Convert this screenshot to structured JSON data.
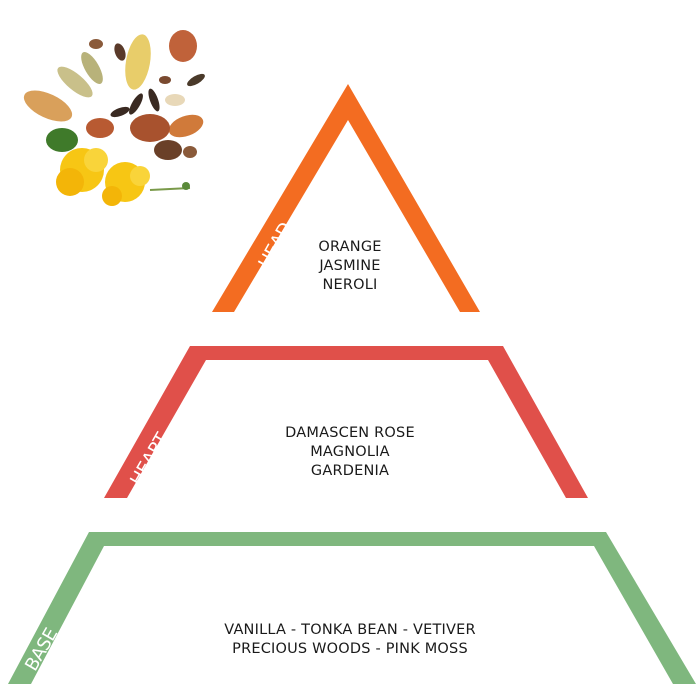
{
  "colors": {
    "head": "#f36c21",
    "heart": "#e0504a",
    "base": "#7fb77e"
  },
  "decoration": {
    "icon": "autumn-leaves-and-flowers-illustration"
  },
  "tiers": {
    "head": {
      "label": "HEAD",
      "notes": [
        "ORANGE",
        "JASMINE",
        "NEROLI"
      ]
    },
    "heart": {
      "label": "HEART",
      "notes": [
        "DAMASCEN ROSE",
        "MAGNOLIA",
        "GARDENIA"
      ]
    },
    "base": {
      "label": "BASE",
      "notes": [
        "VANILLA - TONKA BEAN - VETIVER",
        "PRECIOUS WOODS - PINK MOSS"
      ]
    }
  }
}
